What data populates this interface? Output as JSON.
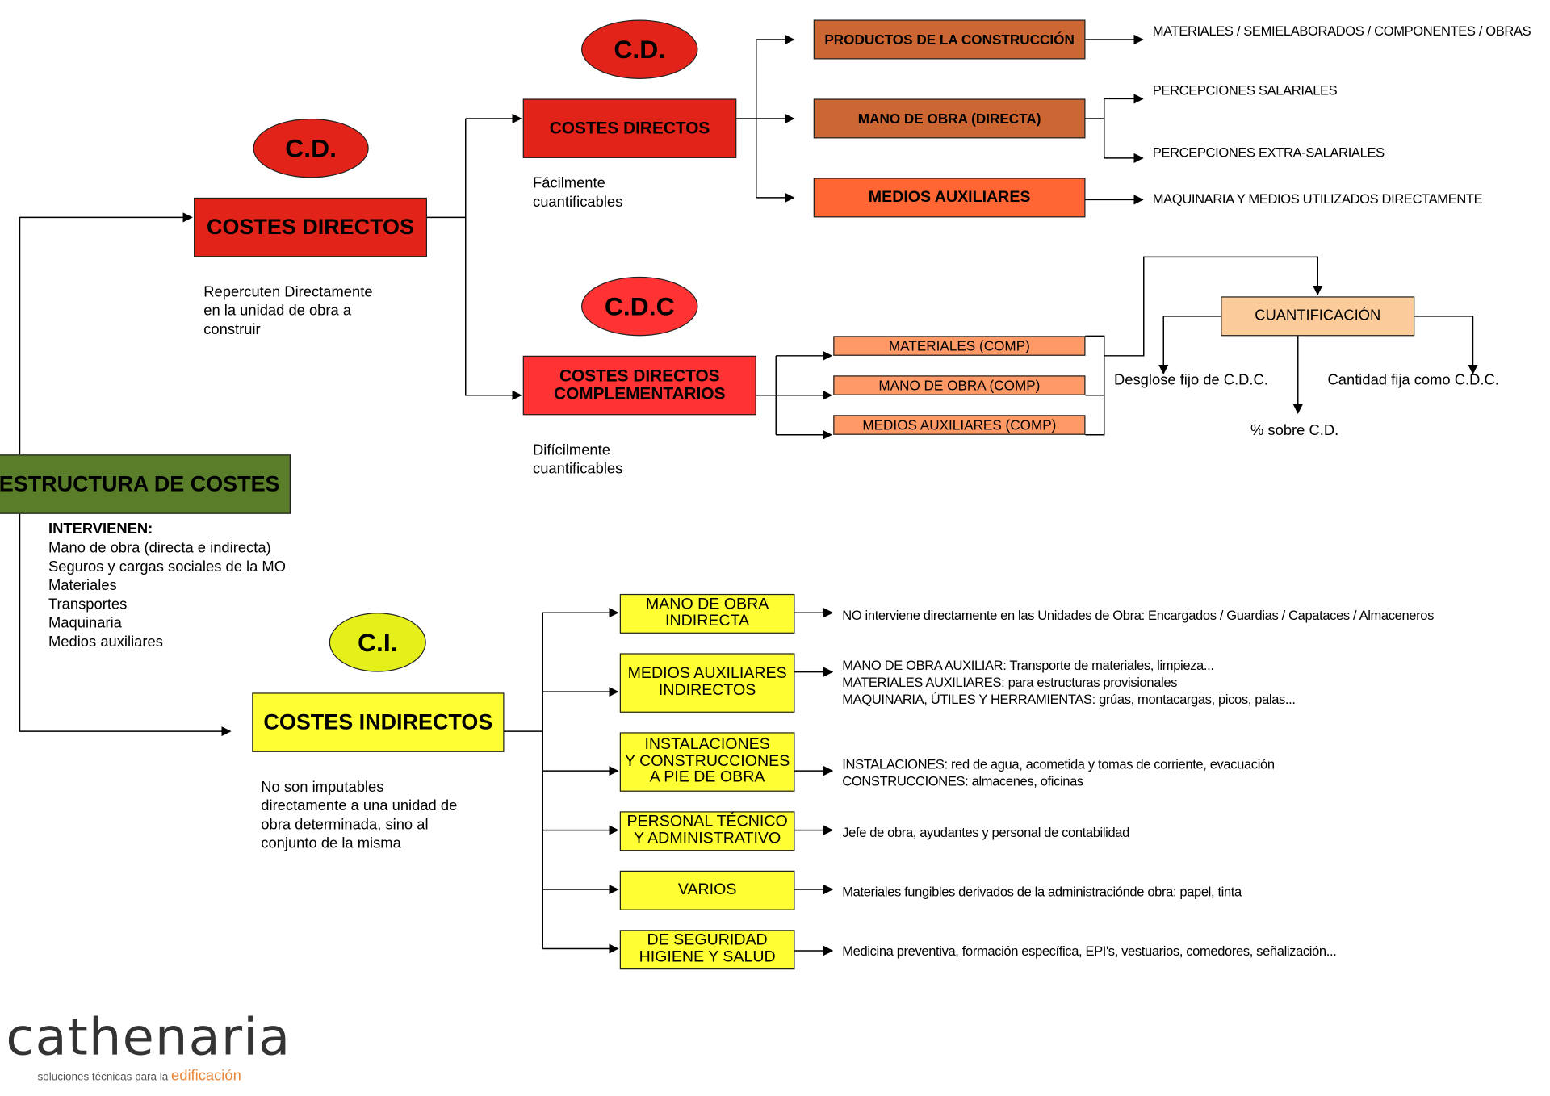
{
  "root": {
    "title": "ESTRUCTURA  DE COSTES",
    "intervienen_title": "INTERVIENEN:",
    "intervienen": [
      "Mano de obra (directa e indirecta)",
      "Seguros y cargas sociales de la MO",
      "Materiales",
      "Transportes",
      "Maquinaria",
      "Medios auxiliares"
    ]
  },
  "cd1": {
    "badge": "C.D.",
    "title": "COSTES DIRECTOS",
    "note": [
      "Repercuten Directamente",
      "en la unidad de obra a",
      "construir"
    ]
  },
  "cd2": {
    "badge": "C.D.",
    "title": "COSTES DIRECTOS",
    "note": [
      "Fácilmente",
      "cuantificables"
    ],
    "items": [
      {
        "label": "PRODUCTOS DE LA CONSTRUCCIÓN",
        "details": [
          "MATERIALES / SEMIELABORADOS / COMPONENTES / OBRAS"
        ]
      },
      {
        "label": "MANO DE OBRA (DIRECTA)",
        "details": [
          "PERCEPCIONES SALARIALES",
          "PERCEPCIONES EXTRA-SALARIALES"
        ]
      },
      {
        "label": "MEDIOS AUXILIARES",
        "details": [
          "MAQUINARIA Y MEDIOS UTILIZADOS DIRECTAMENTE"
        ]
      }
    ]
  },
  "cdc": {
    "badge": "C.D.C",
    "title": [
      "COSTES DIRECTOS",
      "COMPLEMENTARIOS"
    ],
    "note": [
      "Difícilmente",
      "cuantificables"
    ],
    "items": [
      "MATERIALES (COMP)",
      "MANO DE OBRA (COMP)",
      "MEDIOS AUXILIARES (COMP)"
    ],
    "quant": {
      "label": "CUANTIFICACIÓN",
      "options": [
        "Desglose fijo de C.D.C.",
        "Cantidad fija como C.D.C.",
        "% sobre C.D."
      ]
    }
  },
  "ci": {
    "badge": "C.I.",
    "title": "COSTES INDIRECTOS",
    "note": [
      "No son imputables",
      "directamente a una unidad de",
      "obra determinada, sino al",
      "conjunto de la misma"
    ],
    "items": [
      {
        "label": [
          "MANO DE OBRA",
          "INDIRECTA"
        ],
        "details": [
          "NO interviene directamente en las Unidades de Obra:  Encargados / Guardias / Capataces / Almaceneros"
        ]
      },
      {
        "label": [
          "MEDIOS AUXILIARES",
          "INDIRECTOS"
        ],
        "details": [
          "MANO DE OBRA AUXILIAR: Transporte de materiales, limpieza...",
          "MATERIALES AUXILIARES: para estructuras provisionales",
          "MAQUINARIA, ÚTILES Y HERRAMIENTAS: grúas, montacargas, picos, palas..."
        ]
      },
      {
        "label": [
          "INSTALACIONES",
          "Y CONSTRUCCIONES",
          "A PIE DE OBRA"
        ],
        "details": [
          "INSTALACIONES: red de agua, acometida y tomas de corriente, evacuación",
          "CONSTRUCCIONES: almacenes, oficinas"
        ]
      },
      {
        "label": [
          "PERSONAL TÉCNICO",
          "Y ADMINISTRATIVO"
        ],
        "details": [
          "Jefe de obra, ayudantes y personal de contabilidad"
        ]
      },
      {
        "label": [
          "VARIOS"
        ],
        "details": [
          "Materiales fungibles derivados de la administraciónde obra: papel, tinta"
        ]
      },
      {
        "label": [
          "DE SEGURIDAD",
          "HIGIENE Y SALUD"
        ],
        "details": [
          "Medicina preventiva, formación específica, EPI's, vestuarios, comedores, señalización..."
        ]
      }
    ]
  },
  "logo": {
    "name": "cathenaria",
    "tagline": "soluciones técnicas para la",
    "tagline_accent": "edificación"
  },
  "colors": {
    "red": "#e2231a",
    "red_light": "#ff3333",
    "orange": "#cc6633",
    "orange_bright": "#ff6633",
    "salmon": "#ff9966",
    "peach": "#fccb9a",
    "yellow": "#ffff33",
    "green": "#5a7d2a"
  }
}
